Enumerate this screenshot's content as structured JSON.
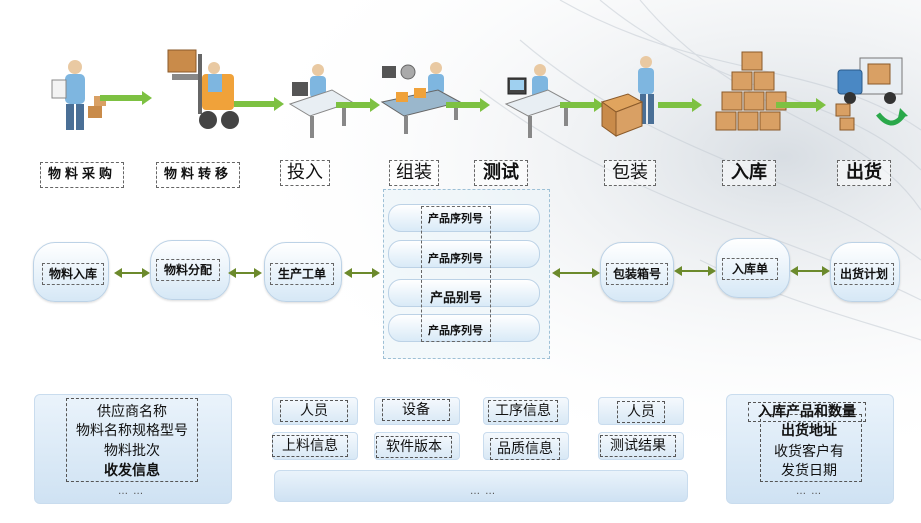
{
  "stages": [
    {
      "label": "物料采购",
      "icon": "worker-clipboard-icon"
    },
    {
      "label": "物料转移",
      "icon": "forklift-icon"
    },
    {
      "label": "投入",
      "icon": "workstation-icon"
    },
    {
      "label": "组装",
      "icon": "assembly-line-icon"
    },
    {
      "label": "测试",
      "icon": "test-station-icon"
    },
    {
      "label": "包装",
      "icon": "packing-icon"
    },
    {
      "label": "入库",
      "icon": "box-stack-icon"
    },
    {
      "label": "出货",
      "icon": "delivery-truck-icon"
    }
  ],
  "records": {
    "material_inbound": "物料入库",
    "material_distribution": "物料分配",
    "work_order": "生产工单",
    "serial_1": "产品序列号",
    "serial_2": "产品序列号",
    "product_id": "产品别号",
    "serial_3": "产品序列号",
    "box_number": "包装箱号",
    "inbound_slip": "入库单",
    "shipping_plan": "出货计划"
  },
  "supplier_panel": {
    "lines": [
      "供应商名称",
      "物料名称规格型号",
      "物料批次",
      "收发信息"
    ],
    "more": "… …"
  },
  "process_panel": {
    "row1": [
      "人员",
      "设备",
      "工序信息",
      "人员"
    ],
    "row2": [
      "上料信息",
      "软件版本",
      "品质信息",
      "测试结果"
    ],
    "more": "… …"
  },
  "shipping_panel": {
    "lines": [
      "入库产品和数量",
      "出货地址",
      "收货客户有",
      "发货日期"
    ],
    "more": "… …"
  },
  "colors": {
    "flow_arrow": "#7dc142",
    "link_arrow": "#6c8a2c",
    "bubble": "#d6e8f6",
    "panel": "#cfe2f3"
  }
}
